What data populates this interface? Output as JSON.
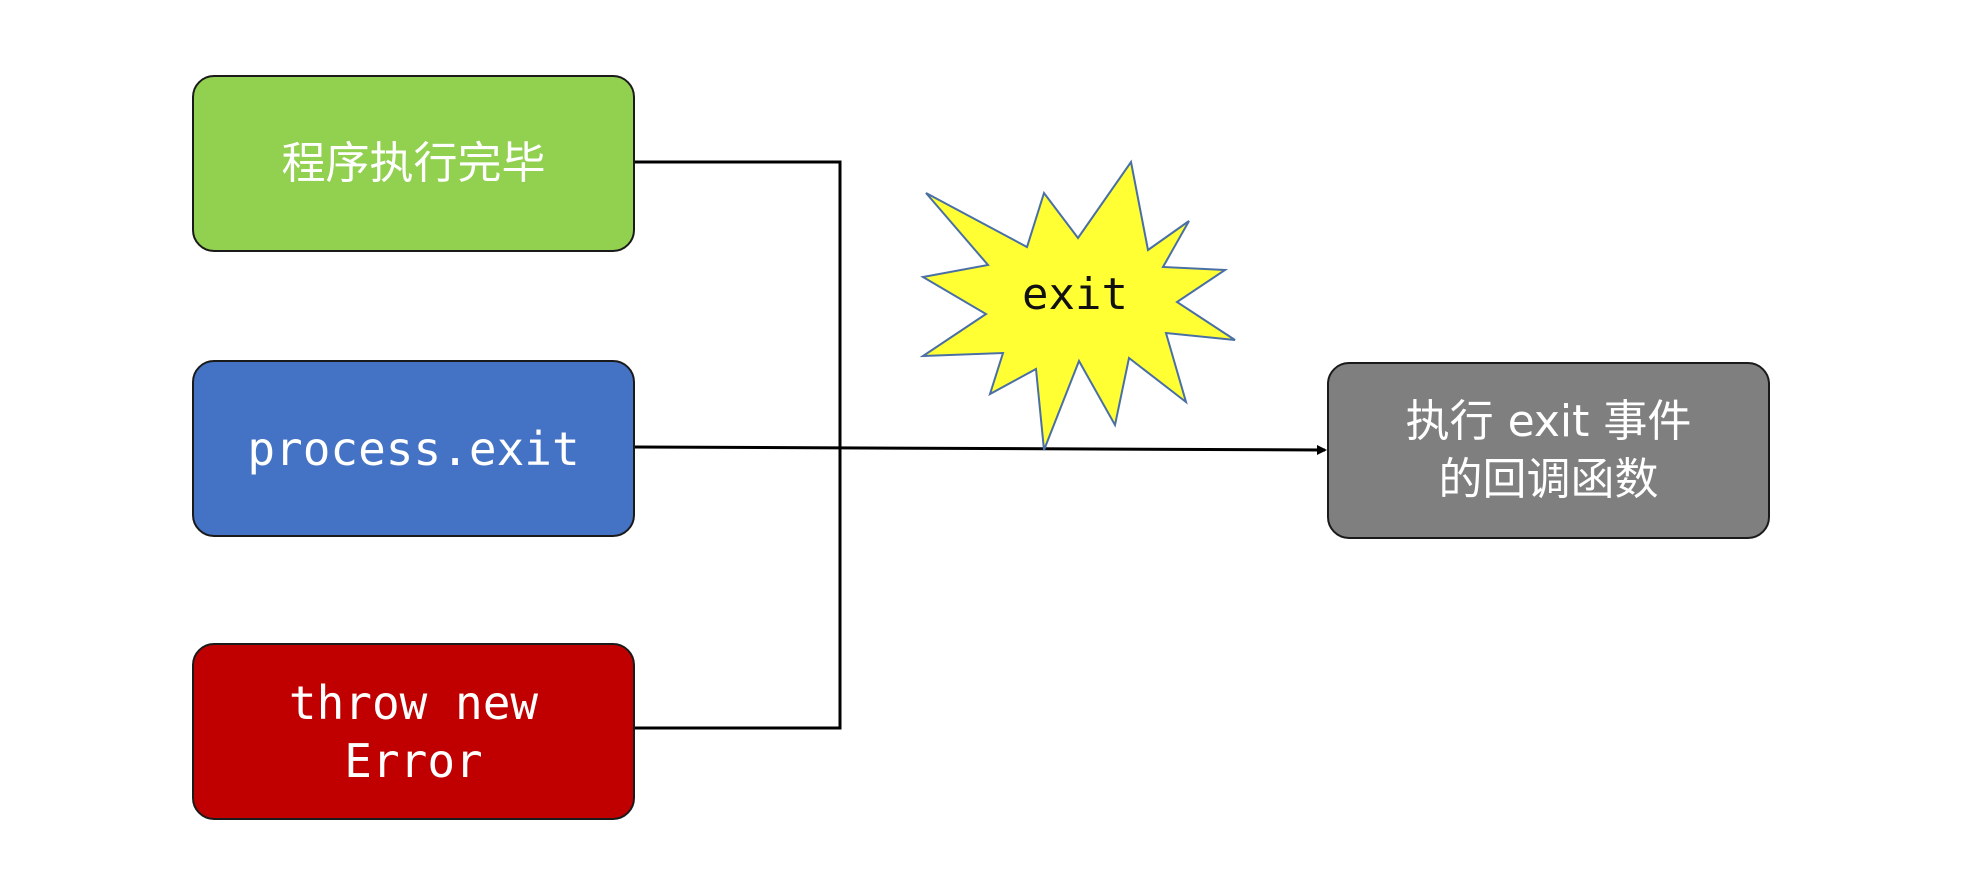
{
  "colors": {
    "green": "#92d050",
    "blue": "#4472c4",
    "red": "#c00000",
    "gray": "#7f7f7f",
    "burst_fill": "#ffff33",
    "burst_stroke": "#4a6fa5",
    "line": "#000000"
  },
  "sources": [
    {
      "label": "程序执行完毕"
    },
    {
      "label": "process.exit"
    },
    {
      "label": "throw new\nError"
    }
  ],
  "event": {
    "label": "exit"
  },
  "target": {
    "label": "执行 exit 事件\n的回调函数"
  }
}
